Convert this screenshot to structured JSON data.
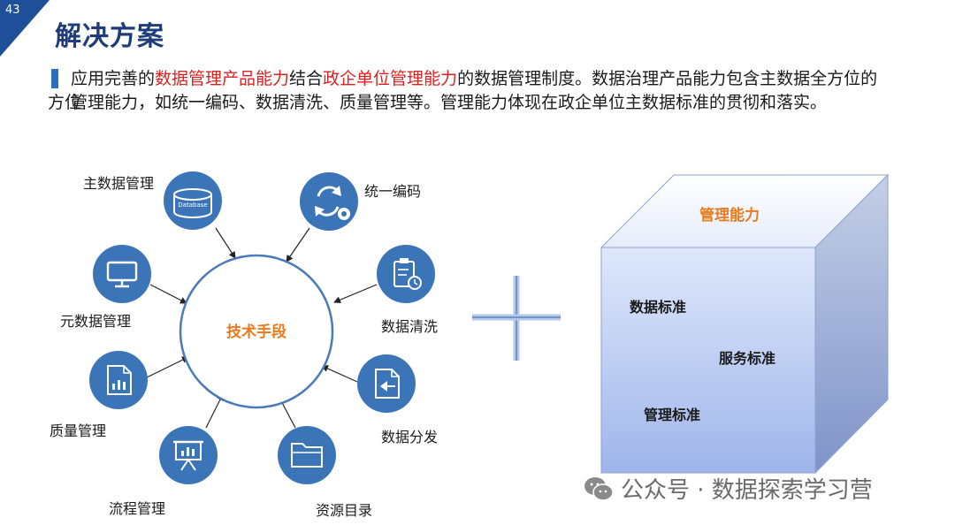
{
  "slide": {
    "page_number": "43",
    "title": "解决方案"
  },
  "description": {
    "seg1": "应用完善的",
    "seg2": "数据管理产品能力",
    "seg3": "结合",
    "seg4": "政企单位管理能力",
    "seg5": "的数据管理制度。数据治理产品能力包含主数据全方位的管理能力，如统一编码、数据清洗、质量管理等。管理能力体现在政企单位主数据标准的贯彻和落实。",
    "overlap_label": "方位"
  },
  "colors": {
    "accent": "#2e6fc4",
    "title": "#1f3d7a",
    "highlight": "#e02020",
    "orange": "#e87b1e",
    "node": "#3c74b8"
  },
  "diagram": {
    "center": "技术手段",
    "nodes": [
      {
        "label": "主数据管理",
        "icon": "database-icon",
        "icon_text": "Database"
      },
      {
        "label": "统一编码",
        "icon": "refresh-gear-icon"
      },
      {
        "label": "数据清洗",
        "icon": "clipboard-clock-icon"
      },
      {
        "label": "数据分发",
        "icon": "document-share-icon"
      },
      {
        "label": "资源目录",
        "icon": "folder-icon"
      },
      {
        "label": "流程管理",
        "icon": "presentation-board-icon"
      },
      {
        "label": "质量管理",
        "icon": "document-chart-icon"
      },
      {
        "label": "元数据管理",
        "icon": "monitor-icon"
      }
    ]
  },
  "plus": {
    "icon": "plus-icon"
  },
  "cube": {
    "title": "管理能力",
    "items": [
      "数据标准",
      "服务标准",
      "管理标准"
    ]
  },
  "watermark": {
    "icon": "wechat-icon",
    "text": "公众号 · 数据探索学习营"
  }
}
